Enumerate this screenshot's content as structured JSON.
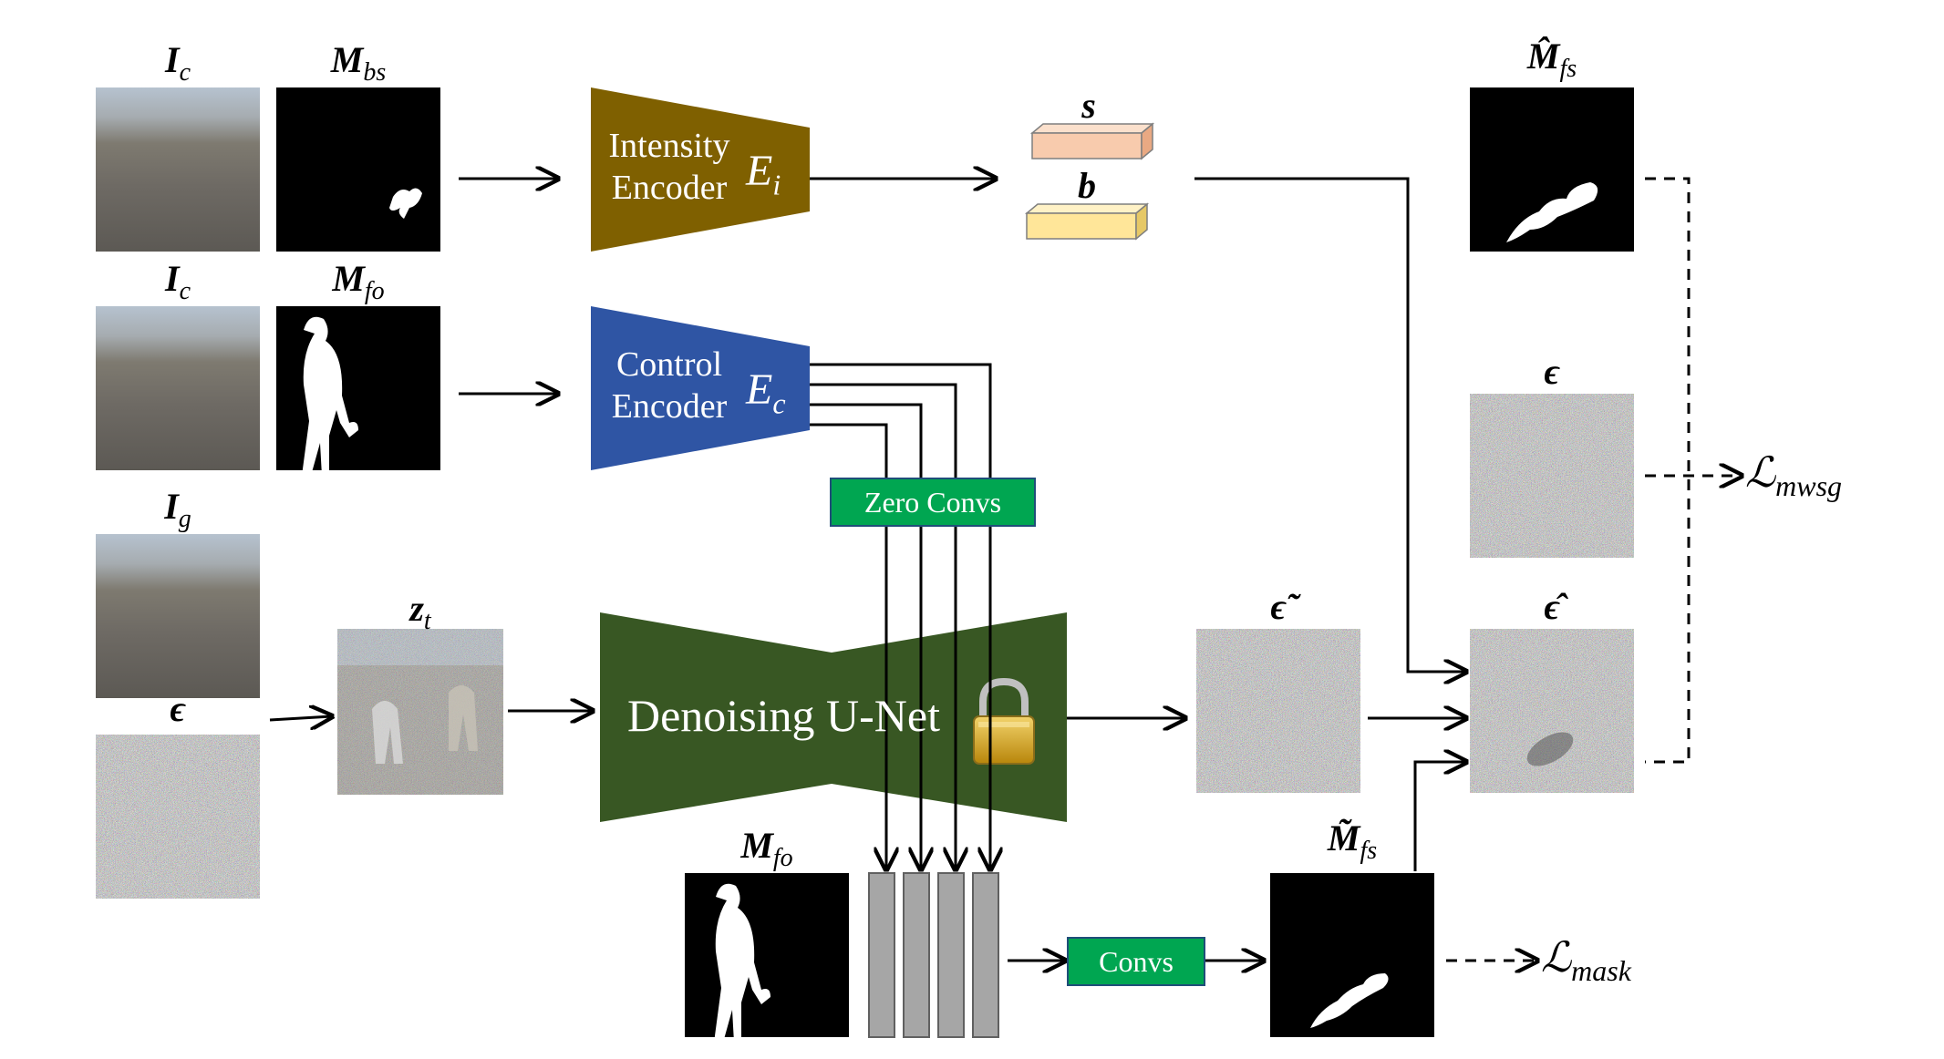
{
  "labels": {
    "ic_top": "I",
    "ic_top_sub": "c",
    "mbs": "M",
    "mbs_sub": "bs",
    "ic_mid": "I",
    "ic_mid_sub": "c",
    "mfo_top": "M",
    "mfo_top_sub": "fo",
    "ig": "I",
    "ig_sub": "g",
    "eps_left": "ϵ",
    "zt": "z",
    "zt_sub": "t",
    "s": "s",
    "b": "b",
    "mfs_hat": "M̂",
    "mfs_hat_sub": "fs",
    "eps_right": "ϵ",
    "eps_tilde": "ϵ̃",
    "eps_hat": "ϵ̂",
    "mfo_bottom": "M",
    "mfo_bottom_sub": "fo",
    "mfs_tilde": "M̃",
    "mfs_tilde_sub": "fs"
  },
  "intensity_encoder": {
    "line1": "Intensity",
    "line2": "Encoder",
    "symbol": "E",
    "symbol_sub": "i"
  },
  "control_encoder": {
    "line1": "Control",
    "line2": "Encoder",
    "symbol": "E",
    "symbol_sub": "c"
  },
  "zero_convs": "Zero Convs",
  "unet_label": "Denoising U-Net",
  "convs": "Convs",
  "loss_mwsg": {
    "symbol": "ℒ",
    "sub": "mwsg"
  },
  "loss_mask": {
    "symbol": "ℒ",
    "sub": "mask"
  },
  "colors": {
    "intensity_encoder": "#7f6000",
    "control_encoder": "#2f55a4",
    "unet": "#385723",
    "zero_convs": "#00a651",
    "s_vector": "#f8cbad",
    "b_vector": "#ffe699",
    "feature_map": "#a6a6a6"
  },
  "icons": {
    "unet_lock": "padlock-icon"
  }
}
